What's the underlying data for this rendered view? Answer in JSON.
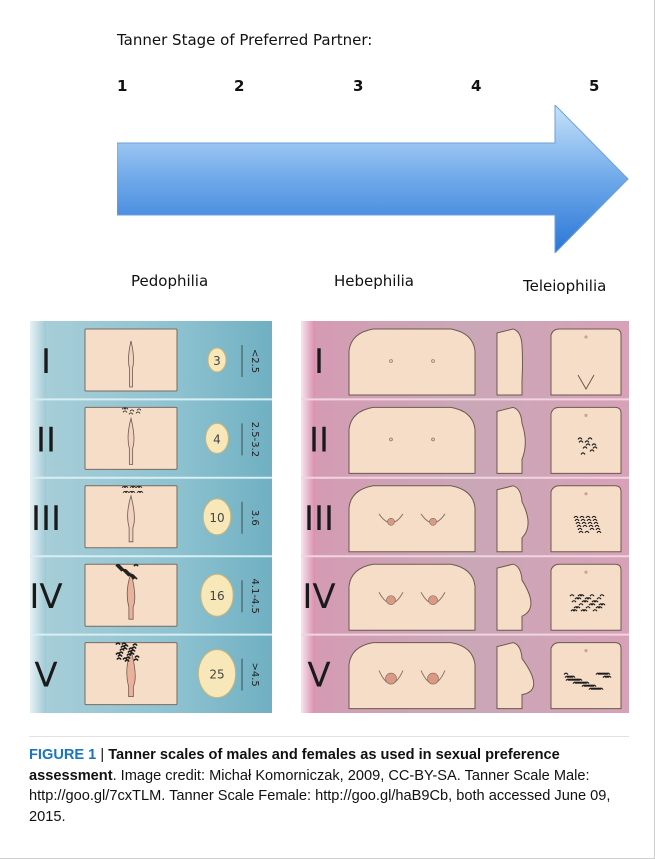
{
  "arrow": {
    "title": "Tanner Stage of Preferred Partner:",
    "stages": [
      "1",
      "2",
      "3",
      "4",
      "5"
    ],
    "categories": [
      "Pedophilia",
      "Hebephilia",
      "Teleiophilia"
    ]
  },
  "male_scale": {
    "rows": [
      {
        "stage": "I",
        "volume": "3",
        "size": "<2.5"
      },
      {
        "stage": "II",
        "volume": "4",
        "size": "2.5-3.2"
      },
      {
        "stage": "III",
        "volume": "10",
        "size": "3.6"
      },
      {
        "stage": "IV",
        "volume": "16",
        "size": "4.1-4.5"
      },
      {
        "stage": "V",
        "volume": "25",
        "size": ">4.5"
      }
    ]
  },
  "female_scale": {
    "rows": [
      {
        "stage": "I"
      },
      {
        "stage": "II"
      },
      {
        "stage": "III"
      },
      {
        "stage": "IV"
      },
      {
        "stage": "V"
      }
    ]
  },
  "caption": {
    "figure_label": "FIGURE 1",
    "separator": " | ",
    "title": "Tanner scales of males and females as used in sexual preference assessment",
    "body": ". Image credit: Michał Komorniczak, 2009, CC-BY-SA. Tanner Scale Male: http://goo.gl/7cxTLM. Tanner Scale Female: http://goo.gl/haB9Cb, both accessed June 09, 2015."
  },
  "colors": {
    "arrow_top": "#b8d8f7",
    "arrow_bottom": "#2f7fdc",
    "male_bg": "#7fb6c8",
    "female_bg": "#d49bb4",
    "skin": "#f6ddc8"
  }
}
